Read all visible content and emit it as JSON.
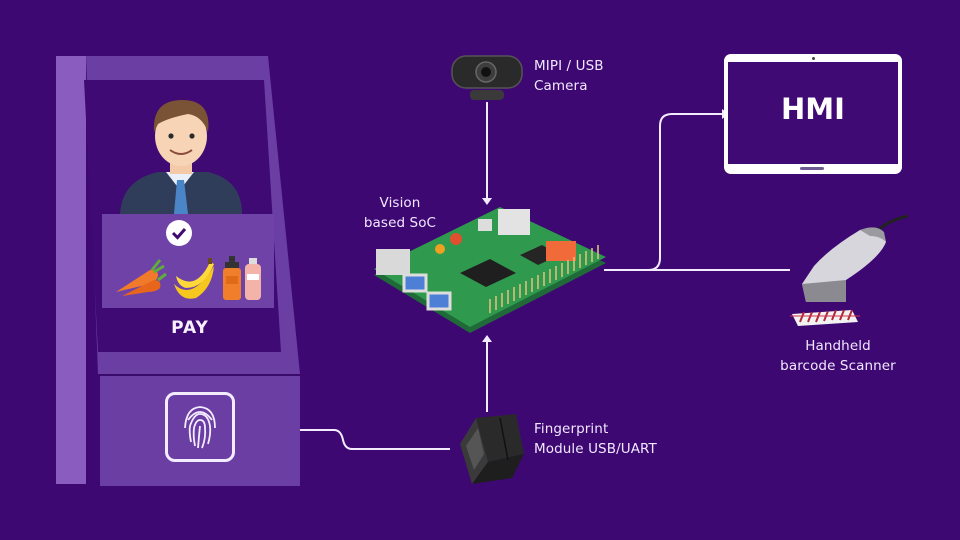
{
  "diagram": {
    "title": "",
    "background_color": "#3e0873",
    "nodes": {
      "kiosk": {
        "pay_label": "PAY",
        "check_icon": "checkmark-icon",
        "items": [
          "carrot-icon",
          "banana-icon",
          "soap-bottle-icon",
          "lotion-bottle-icon"
        ],
        "fingerprint_icon": "fingerprint-icon"
      },
      "camera": {
        "line1": "MIPI / USB",
        "line2": "Camera",
        "icon": "webcam-icon"
      },
      "soc": {
        "line1": "Vision",
        "line2": "based SoC",
        "icon": "circuit-board-icon"
      },
      "hmi": {
        "label": "HMI",
        "icon": "tablet-icon"
      },
      "scanner": {
        "line1": "Handheld",
        "line2": "barcode Scanner",
        "icon": "barcode-scanner-icon"
      },
      "fingerprint_module": {
        "line1": "Fingerprint",
        "line2": "Module USB/UART",
        "icon": "fingerprint-module-icon"
      }
    },
    "edges": [
      {
        "from": "camera",
        "to": "soc"
      },
      {
        "from": "soc",
        "to": "hmi"
      },
      {
        "from": "scanner",
        "to": "soc"
      },
      {
        "from": "fingerprint_module",
        "to": "soc"
      },
      {
        "from": "fingerprint_module",
        "to": "kiosk"
      }
    ]
  }
}
